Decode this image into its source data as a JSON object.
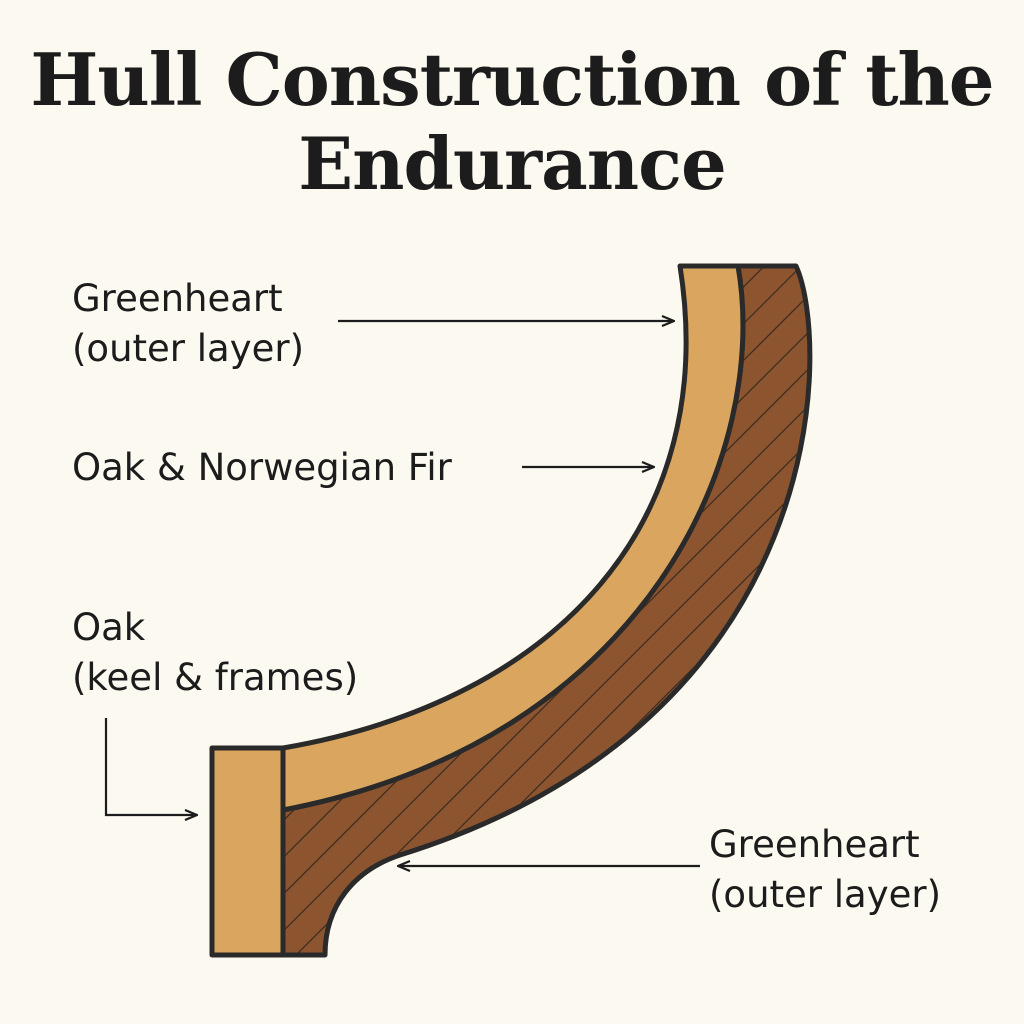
{
  "title": {
    "line1": "Hull Construction of the",
    "line2": "Endurance"
  },
  "labels": {
    "greenheart_top": {
      "line1": "Greenheart",
      "line2": "(outer layer)"
    },
    "oak_fir": "Oak & Norwegian Fir",
    "oak_keel": {
      "line1": "Oak",
      "line2": "(keel & frames)"
    },
    "greenheart_bottom": {
      "line1": "Greenheart",
      "line2": "(outer layer)"
    }
  },
  "colors": {
    "background": "#fcf9f0",
    "inner_wood": "#daa55f",
    "outer_wood": "#8c5530",
    "hatch": "#3a2a1c",
    "outline": "#2a2a2a"
  }
}
